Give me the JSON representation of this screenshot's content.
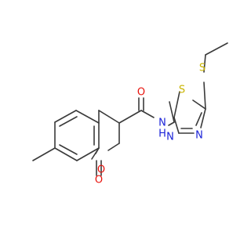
{
  "colors": {
    "bond": "#3a3a3a",
    "oxygen": "#e8120c",
    "nitrogen": "#1a22d8",
    "sulfur": "#c9b400",
    "carbon": "#3a3a3a"
  },
  "atoms": {
    "ring_oxygen": "O",
    "carbonyl_oxygen_lactone": "O",
    "carbonyl_oxygen_amide": "O",
    "amide_nitrogen": "N",
    "amide_hydrogen": "H",
    "thiadiazole_sulfur_ring": "S",
    "thioether_sulfur": "S",
    "thiadiazole_nitrogen_3": "N",
    "thiadiazole_nitrogen_4": "N"
  }
}
